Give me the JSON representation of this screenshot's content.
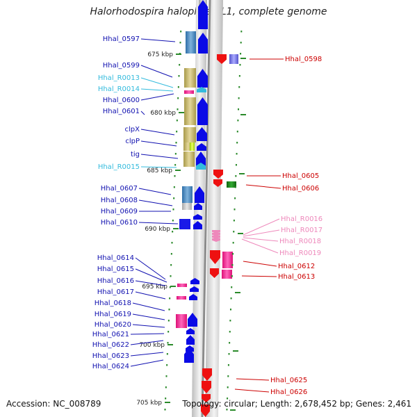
{
  "title": "Halorhodospira halophila SL1, complete genome",
  "accession": "Accession: NC_008789",
  "topology": "Topology: circular; Length: 2,678,452 bp; Genes: 2,461",
  "scale_ticks": [
    "675 kbp",
    "680 kbp",
    "685 kbp",
    "690 kbp",
    "695 kbp",
    "700 kbp",
    "705 kbp"
  ],
  "left_labels": [
    {
      "text": "Hhal_0597",
      "color": "#1010b0"
    },
    {
      "text": "Hhal_0599",
      "color": "#1010b0"
    },
    {
      "text": "Hhal_R0013",
      "color": "#33bbdd"
    },
    {
      "text": "Hhal_R0014",
      "color": "#33bbdd"
    },
    {
      "text": "Hhal_0600",
      "color": "#1010b0"
    },
    {
      "text": "Hhal_0601",
      "color": "#1010b0"
    },
    {
      "text": "clpX",
      "color": "#1010b0"
    },
    {
      "text": "clpP",
      "color": "#1010b0"
    },
    {
      "text": "tig",
      "color": "#1010b0"
    },
    {
      "text": "Hhal_R0015",
      "color": "#33bbdd"
    },
    {
      "text": "Hhal_0607",
      "color": "#1010b0"
    },
    {
      "text": "Hhal_0608",
      "color": "#1010b0"
    },
    {
      "text": "Hhal_0609",
      "color": "#1010b0"
    },
    {
      "text": "Hhal_0610",
      "color": "#1010b0"
    },
    {
      "text": "Hhal_0614",
      "color": "#1010b0"
    },
    {
      "text": "Hhal_0615",
      "color": "#1010b0"
    },
    {
      "text": "Hhal_0616",
      "color": "#1010b0"
    },
    {
      "text": "Hhal_0617",
      "color": "#1010b0"
    },
    {
      "text": "Hhal_0618",
      "color": "#1010b0"
    },
    {
      "text": "Hhal_0619",
      "color": "#1010b0"
    },
    {
      "text": "Hhal_0620",
      "color": "#1010b0"
    },
    {
      "text": "Hhal_0621",
      "color": "#1010b0"
    },
    {
      "text": "Hhal_0622",
      "color": "#1010b0"
    },
    {
      "text": "Hhal_0623",
      "color": "#1010b0"
    },
    {
      "text": "Hhal_0624",
      "color": "#1010b0"
    }
  ],
  "right_labels": [
    {
      "text": "Hhal_0598",
      "color": "#cc0000"
    },
    {
      "text": "Hhal_0605",
      "color": "#cc0000"
    },
    {
      "text": "Hhal_0606",
      "color": "#cc0000"
    },
    {
      "text": "Hhal_R0016",
      "color": "#ee88bb"
    },
    {
      "text": "Hhal_R0017",
      "color": "#ee88bb"
    },
    {
      "text": "Hhal_R0018",
      "color": "#ee88bb"
    },
    {
      "text": "Hhal_R0019",
      "color": "#ee88bb"
    },
    {
      "text": "Hhal_0612",
      "color": "#cc0000"
    },
    {
      "text": "Hhal_0613",
      "color": "#cc0000"
    },
    {
      "text": "Hhal_0625",
      "color": "#cc0000"
    },
    {
      "text": "Hhal_0626",
      "color": "#cc0000"
    }
  ],
  "colors": {
    "forward_gene": "#0a0ae6",
    "reverse_gene": "#ee1111",
    "rna_forward": "#33bbdd",
    "rna_reverse": "#ee88bb",
    "backbone": "#888888",
    "tick": "#2a8a2a"
  }
}
